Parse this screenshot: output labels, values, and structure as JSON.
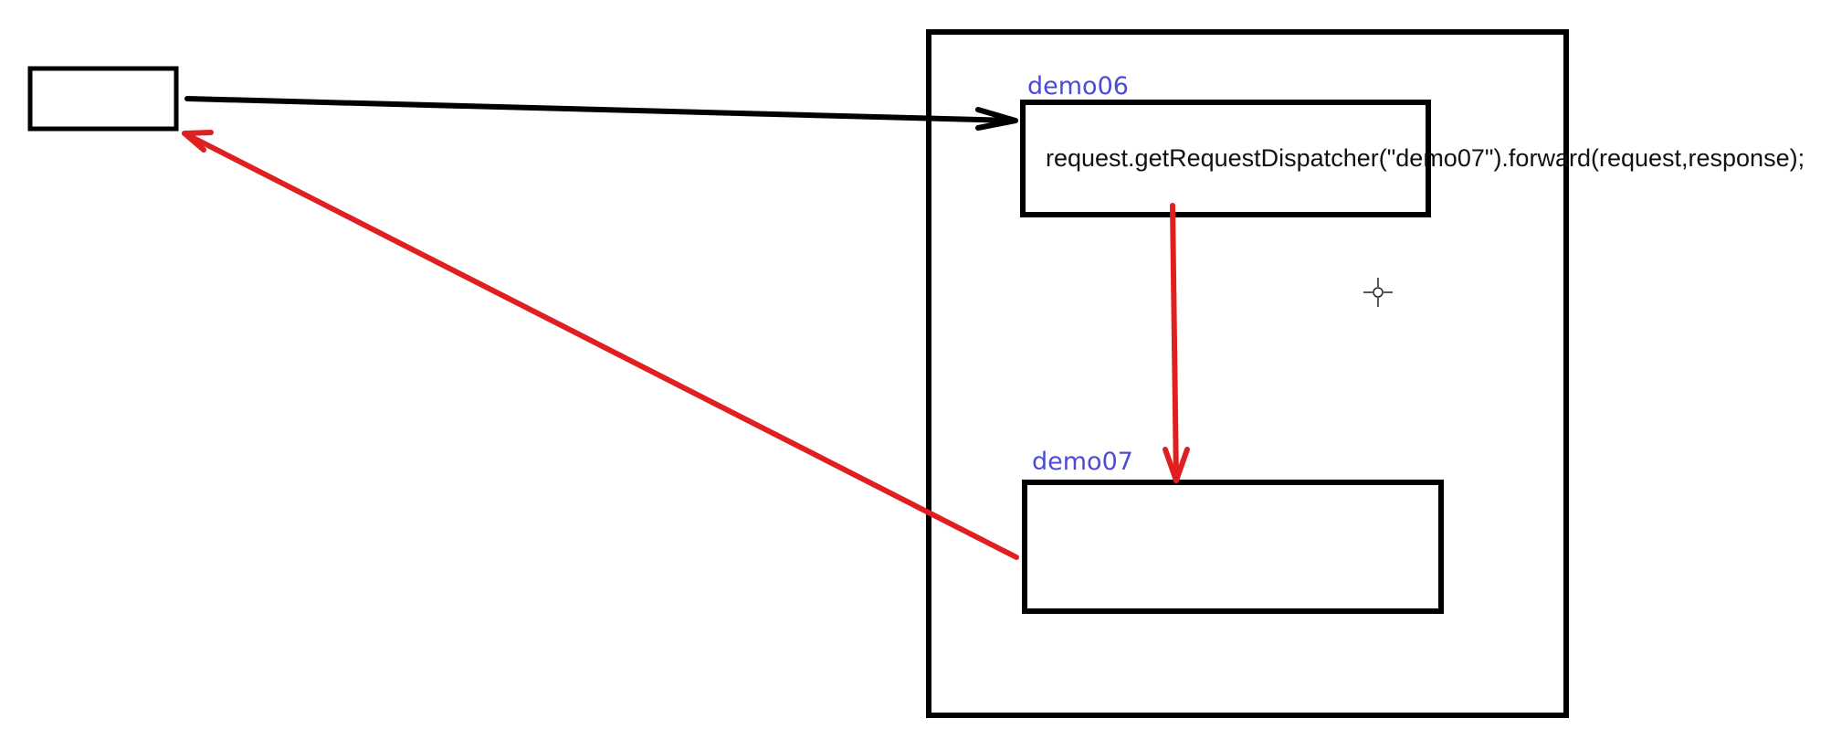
{
  "diagram": {
    "labels": {
      "demo06": "demo06",
      "demo07": "demo07",
      "code": "request.getRequestDispatcher(\"demo07\").forward(request,response);"
    },
    "colors": {
      "label": "#4b4bd8",
      "black": "#000000",
      "red": "#e02020",
      "text": "#111111"
    },
    "icons": {
      "cursor": "crosshair-cursor-icon"
    }
  }
}
